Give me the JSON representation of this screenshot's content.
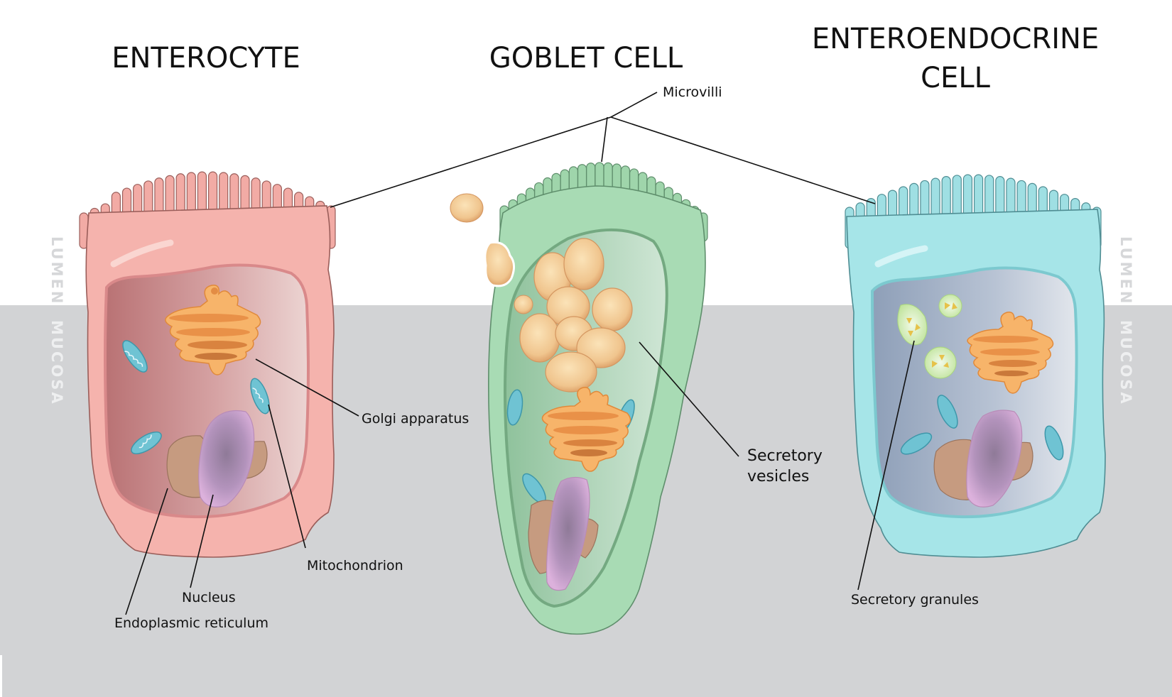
{
  "titles": {
    "enterocyte": "ENTEROCYTE",
    "goblet": "GOBLET CELL",
    "enteroendocrine_line1": "ENTEROENDOCRINE",
    "enteroendocrine_line2": "CELL"
  },
  "regions": {
    "lumen": "LUMEN",
    "mucosa": "MUCOSA"
  },
  "labels": {
    "microvilli": "Microvilli",
    "golgi": "Golgi apparatus",
    "mitochondrion": "Mitochondrion",
    "nucleus": "Nucleus",
    "er": "Endoplasmic reticulum",
    "secretory_vesicles_line1": "Secretory",
    "secretory_vesicles_line2": "vesicles",
    "secretory_granules": "Secretory granules"
  },
  "colors": {
    "lumen_bg": "#ffffff",
    "mucosa_bg": "#d2d3d5",
    "region_text_lumen": "#d6d7d9",
    "region_text_mucosa": "#eeeff0",
    "enterocyte": "#f5b3ad",
    "enterocyte_dark": "#b07470",
    "goblet": "#a8dbb4",
    "goblet_dark": "#6e9e7a",
    "enteroendocrine": "#a6e5e8",
    "enteroendocrine_dark": "#4f8d93",
    "golgi": "#f4a24e",
    "nucleus": "#cfa3cf",
    "er": "#c69b80",
    "mitochondrion": "#6fc3d3",
    "vesicle": "#efc48f",
    "granule": "#d8efc0"
  }
}
